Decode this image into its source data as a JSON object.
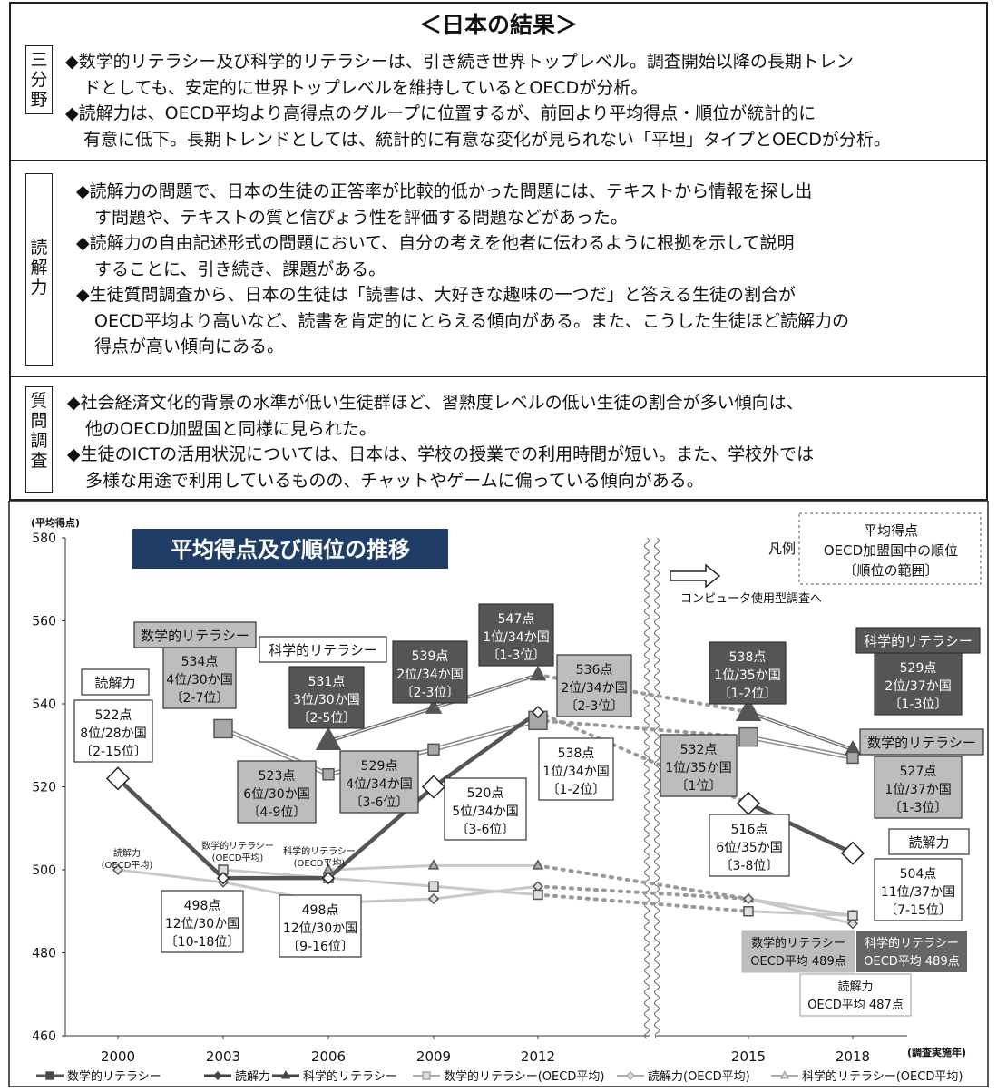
{
  "header": {
    "title": "＜日本の結果＞"
  },
  "sections": [
    {
      "label": [
        "三",
        "分",
        "野"
      ],
      "lines": [
        "◆数学的リテラシー及び科学的リテラシーは、引き続き世界トップレベル。調査開始以降の長期トレン",
        "ドとしても、安定的に世界トップレベルを維持しているとOECDが分析。",
        "◆読解力は、OECD平均より高得点のグループに位置するが、前回より平均得点・順位が統計的に",
        "有意に低下。長期トレンドとしては、統計的に有意な変化が見られない「平坦」タイプとOECDが分析。"
      ]
    },
    {
      "label": [
        "読",
        "解",
        "力"
      ],
      "lines": [
        "◆読解力の問題で、日本の生徒の正答率が比較的低かった問題には、テキストから情報を探し出",
        "す問題や、テキストの質と信ぴょう性を評価する問題などがあった。",
        "◆読解力の自由記述形式の問題において、自分の考えを他者に伝わるように根拠を示して説明",
        "することに、引き続き、課題がある。",
        "◆生徒質問調査から、日本の生徒は「読書は、大好きな趣味の一つだ」と答える生徒の割合が",
        "OECD平均より高いなど、読書を肯定的にとらえる傾向がある。また、こうした生徒ほど読解力の",
        "得点が高い傾向にある。"
      ]
    },
    {
      "label": [
        "質",
        "問",
        "調",
        "査"
      ],
      "lines": [
        "◆社会経済文化的背景の水準が低い生徒群ほど、習熟度レベルの低い生徒の割合が多い傾向は、",
        "他のOECD加盟国と同様に見られた。",
        "◆生徒のICTの活用状況については、日本は、学校の授業での利用時間が短い。また、学校外では",
        "多様な用途で利用しているものの、チャットやゲームに偏っている傾向がある。"
      ]
    }
  ],
  "chart_data": {
    "type": "line",
    "title": "平均得点及び順位の推移",
    "ylabel": "(平均得点)",
    "xlabel": "(調査実施年)",
    "ylim": [
      460,
      580
    ],
    "yticks": [
      460,
      480,
      500,
      520,
      540,
      560,
      580
    ],
    "x": [
      2000,
      2003,
      2006,
      2009,
      2012,
      2015,
      2018
    ],
    "x_break_between": [
      2012,
      2015
    ],
    "computer_test_note": "コンピュータ使用型調査へ",
    "legend_box": [
      "平均得点",
      "OECD加盟国中の順位",
      "〔順位の範囲〕"
    ],
    "legend_box_label": "凡例",
    "series": [
      {
        "name": "数学的リテラシー",
        "values": [
          null,
          534,
          523,
          529,
          536,
          532,
          527
        ],
        "color": "#9a9a9a",
        "marker": "square"
      },
      {
        "name": "読解力",
        "values": [
          522,
          498,
          498,
          520,
          538,
          516,
          504
        ],
        "color": "#444444",
        "marker": "diamond"
      },
      {
        "name": "科学的リテラシー",
        "values": [
          null,
          null,
          531,
          539,
          547,
          538,
          529
        ],
        "color": "#555555",
        "marker": "triangle"
      },
      {
        "name": "数学的リテラシー(OECD平均)",
        "values": [
          null,
          500,
          498,
          496,
          494,
          490,
          489
        ],
        "color": "#bbbbbb",
        "marker": "square"
      },
      {
        "name": "読解力(OECD平均)",
        "values": [
          500,
          497,
          492,
          493,
          496,
          493,
          487
        ],
        "color": "#bbbbbb",
        "marker": "diamond"
      },
      {
        "name": "科学的リテラシー(OECD平均)",
        "values": [
          null,
          null,
          500,
          501,
          501,
          493,
          489
        ],
        "color": "#bbbbbb",
        "marker": "triangle"
      }
    ],
    "annotations": {
      "math": [
        {
          "year": 2003,
          "lines": [
            "534点",
            "4位/30か国",
            "〔2-7位〕"
          ]
        },
        {
          "year": 2006,
          "lines": [
            "523点",
            "6位/30か国",
            "〔4-9位〕"
          ]
        },
        {
          "year": 2009,
          "lines": [
            "529点",
            "4位/34か国",
            "〔3-6位〕"
          ]
        },
        {
          "year": 2012,
          "lines": [
            "536点",
            "2位/34か国",
            "〔2-3位〕"
          ]
        },
        {
          "year": 2015,
          "lines": [
            "532点",
            "1位/35か国",
            "〔1位〕"
          ]
        },
        {
          "year": 2018,
          "lines": [
            "527点",
            "1位/37か国",
            "〔1-3位〕"
          ]
        }
      ],
      "reading": [
        {
          "year": 2000,
          "lines": [
            "522点",
            "8位/28か国",
            "〔2-15位〕"
          ]
        },
        {
          "year": 2003,
          "lines": [
            "498点",
            "12位/30か国",
            "〔10-18位〕"
          ]
        },
        {
          "year": 2006,
          "lines": [
            "498点",
            "12位/30か国",
            "〔9-16位〕"
          ]
        },
        {
          "year": 2009,
          "lines": [
            "520点",
            "5位/34か国",
            "〔3-6位〕"
          ]
        },
        {
          "year": 2012,
          "lines": [
            "538点",
            "1位/34か国",
            "〔1-2位〕"
          ]
        },
        {
          "year": 2015,
          "lines": [
            "516点",
            "6位/35か国",
            "〔3-8位〕"
          ]
        },
        {
          "year": 2018,
          "lines": [
            "504点",
            "11位/37か国",
            "〔7-15位〕"
          ]
        }
      ],
      "science": [
        {
          "year": 2006,
          "lines": [
            "531点",
            "3位/30か国",
            "〔2-5位〕"
          ]
        },
        {
          "year": 2009,
          "lines": [
            "539点",
            "2位/34か国",
            "〔2-3位〕"
          ]
        },
        {
          "year": 2012,
          "lines": [
            "547点",
            "1位/34か国",
            "〔1-3位〕"
          ]
        },
        {
          "year": 2015,
          "lines": [
            "538点",
            "1位/35か国",
            "〔1-2位〕"
          ]
        },
        {
          "year": 2018,
          "lines": [
            "529点",
            "2位/37か国",
            "〔1-3位〕"
          ]
        }
      ]
    },
    "series_tags": {
      "math": "数学的リテラシー",
      "reading": "読解力",
      "science": "科学的リテラシー"
    },
    "oecd_tags": {
      "reading": [
        "読解力",
        "(OECD平均)"
      ],
      "math": [
        "数学的リテラシー",
        "(OECD平均)"
      ],
      "science": [
        "科学的リテラシー",
        "(OECD平均)"
      ]
    },
    "oecd_2018": {
      "math": [
        "数学的リテラシー",
        "OECD平均 489点"
      ],
      "science": [
        "科学的リテラシー",
        "OECD平均 489点"
      ],
      "reading": [
        "読解力",
        "OECD平均 487点"
      ]
    },
    "bottom_legend": [
      "数学的リテラシー",
      "読解力",
      "科学的リテラシー",
      "数学的リテラシー(OECD平均)",
      "読解力(OECD平均)",
      "科学的リテラシー(OECD平均)"
    ]
  }
}
